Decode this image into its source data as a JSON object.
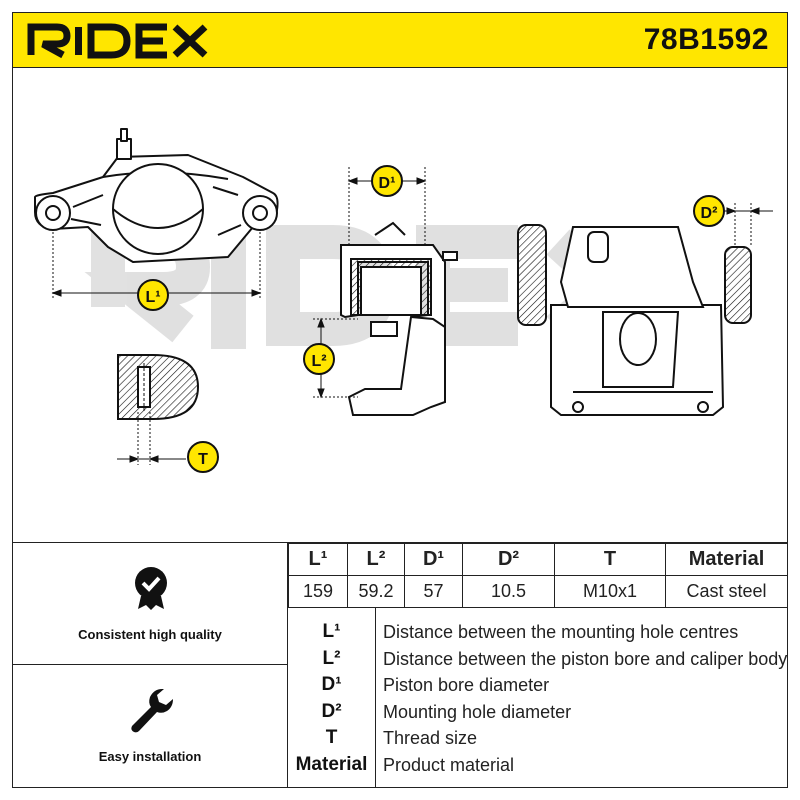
{
  "header": {
    "brand": "RIDEX",
    "part_number": "78B1592",
    "background": "#ffe600"
  },
  "drawing": {
    "watermark": "RIDEX",
    "labels": {
      "L1": "L¹",
      "L2": "L²",
      "D1": "D¹",
      "D2": "D²",
      "T": "T"
    },
    "label_badge_color": "#ffe600"
  },
  "features": [
    {
      "icon": "badge-check-icon",
      "label": "Consistent high quality"
    },
    {
      "icon": "wrench-icon",
      "label": "Easy installation"
    }
  ],
  "spec_table": {
    "headers": [
      "L¹",
      "L²",
      "D¹",
      "D²",
      "T",
      "Material"
    ],
    "values": [
      "159",
      "59.2",
      "57",
      "10.5",
      "M10x1",
      "Cast steel"
    ]
  },
  "legend": [
    {
      "symbol": "L¹",
      "description": "Distance between the mounting hole centres"
    },
    {
      "symbol": "L²",
      "description": "Distance between the piston bore and caliper body"
    },
    {
      "symbol": "D¹",
      "description": "Piston bore diameter"
    },
    {
      "symbol": "D²",
      "description": "Mounting hole diameter"
    },
    {
      "symbol": "T",
      "description": "Thread size"
    },
    {
      "symbol": "Material",
      "description": "Product material"
    }
  ]
}
